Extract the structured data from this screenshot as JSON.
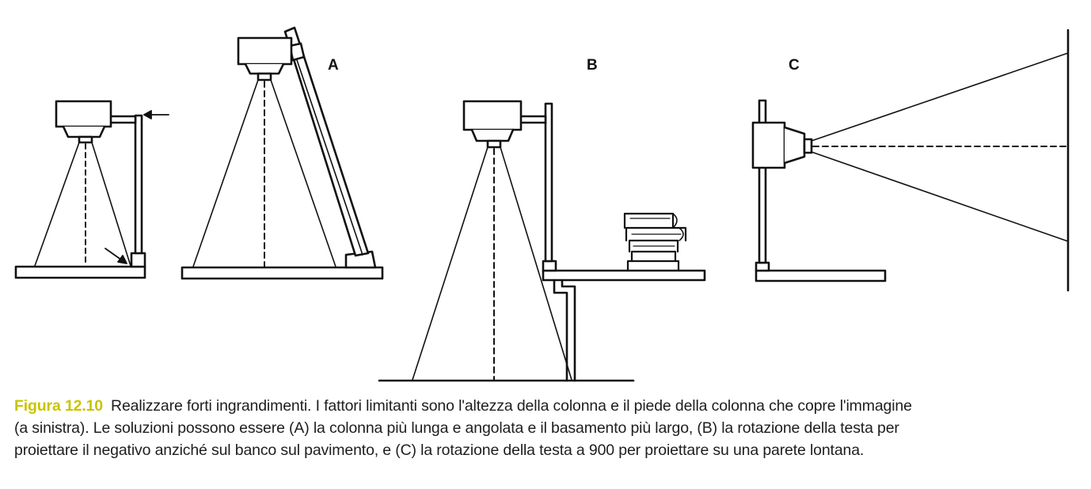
{
  "figure": {
    "labels": {
      "a": "A",
      "b": "B",
      "c": "C"
    },
    "colors": {
      "line": "#111111",
      "label_accent": "#c8c400",
      "caption_text": "#1e1e1e"
    }
  },
  "caption": {
    "label": "Figura 12.10",
    "line1": "Realizzare forti ingrandimenti. I fattori limitanti sono l'altezza della colonna e il piede della colonna che copre l'immagine",
    "line2": "(a sinistra). Le soluzioni possono essere (A) la colonna più lunga e angolata e il basamento più largo, (B) la rotazione della testa per",
    "line3": "proiettare il negativo anziché sul banco sul pavimento, e (C) la rotazione della testa a 900 per proiettare su una parete lontana."
  }
}
